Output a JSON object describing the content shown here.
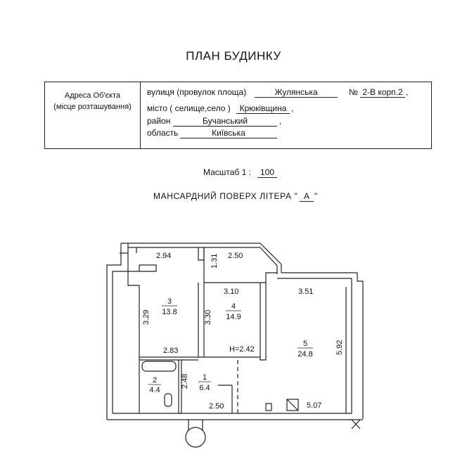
{
  "title": "ПЛАН БУДИНКУ",
  "address": {
    "label_line1": "Адреса Об'єкта",
    "label_line2": "(місце розташування)",
    "street_label": "вулиця (провулок площа)",
    "street_value": "Жулянська",
    "number_label": "№",
    "number_value": "2-В корп.2",
    "city_label": "місто ( селище,село )",
    "city_value": "Крюківщина",
    "district_label": "район",
    "district_value": "Бучанський",
    "region_label": "область",
    "region_value": "Київська",
    "comma": ","
  },
  "scale": {
    "label": "Масштаб  1 :",
    "value": "100"
  },
  "floor": {
    "label": "МАНСАРДНИЙ  ПОВЕРХ  ЛІТЕРА \"",
    "litera": "А",
    "closing": "\""
  },
  "plan": {
    "dimensions": {
      "d_2_94": "2.94",
      "d_2_50_top": "2.50",
      "d_1_31": "1.31",
      "d_3_10": "3.10",
      "d_3_51": "3.51",
      "d_3_29": "3.29",
      "d_3_30": "3.30",
      "d_5_92": "5.92",
      "d_2_83": "2.83",
      "height": "H=2.42",
      "d_2_48": "2.48",
      "d_2_50_bottom": "2.50",
      "d_5_07": "5.07"
    },
    "rooms": [
      {
        "number": "1",
        "area": "6.4"
      },
      {
        "number": "2",
        "area": "4.4"
      },
      {
        "number": "3",
        "area": "13.8"
      },
      {
        "number": "4",
        "area": "14.9"
      },
      {
        "number": "5",
        "area": "24.8"
      }
    ]
  }
}
